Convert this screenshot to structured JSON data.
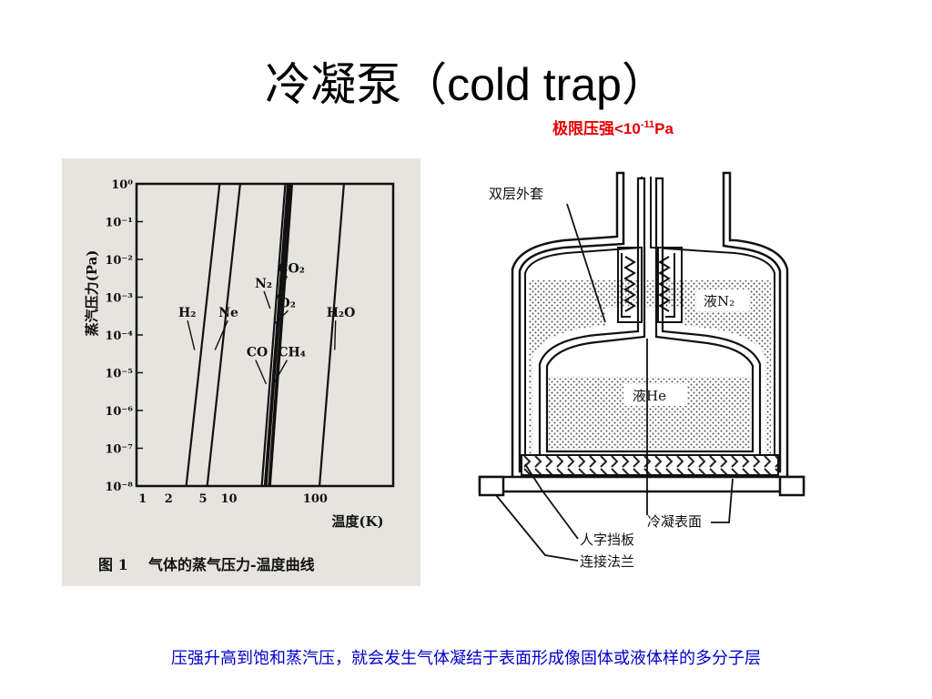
{
  "slide": {
    "title_cn": "冷凝泵（",
    "title_en": "cold trap",
    "title_end": "）",
    "subtitle_prefix": "极限压强<10",
    "subtitle_exp": "-11",
    "subtitle_unit": "Pa",
    "caption": "压强升高到饱和蒸汽压，就会发生气体凝结于表面形成像固体或液体样的多分子层"
  },
  "colors": {
    "subtitle": "#e60000",
    "caption": "#0000cc",
    "chart_bg": "#e6e4de",
    "hatch": "#444444"
  },
  "chart_data": {
    "type": "line",
    "ylabel": "蒸汽压力(Pa)",
    "xlabel": "温度(K)",
    "caption": "图 1    气体的蒸气压力-温度曲线",
    "x_scale": "log",
    "y_scale": "log",
    "xlim": [
      0.85,
      800
    ],
    "ylim": [
      1e-08,
      1
    ],
    "y_ticks": [
      {
        "v": 1,
        "label": "10⁰"
      },
      {
        "v": 0.1,
        "label": "10⁻¹"
      },
      {
        "v": 0.01,
        "label": "10⁻²"
      },
      {
        "v": 0.001,
        "label": "10⁻³"
      },
      {
        "v": 0.0001,
        "label": "10⁻⁴"
      },
      {
        "v": 1e-05,
        "label": "10⁻⁵"
      },
      {
        "v": 1e-06,
        "label": "10⁻⁶"
      },
      {
        "v": 1e-07,
        "label": "10⁻⁷"
      },
      {
        "v": 1e-08,
        "label": "10⁻⁸"
      }
    ],
    "x_ticks": [
      {
        "v": 1,
        "label": "1"
      },
      {
        "v": 2,
        "label": "2"
      },
      {
        "v": 5,
        "label": "5"
      },
      {
        "v": 10,
        "label": "10"
      },
      {
        "v": 100,
        "label": "100"
      }
    ],
    "series": [
      {
        "name": "H₂",
        "points": [
          [
            3.2,
            1e-08
          ],
          [
            7.8,
            1
          ]
        ],
        "label_at": [
          2.6,
          0.0003
        ],
        "leader_to": [
          4.0,
          4e-05
        ]
      },
      {
        "name": "Ne",
        "points": [
          [
            5.6,
            1e-08
          ],
          [
            13.5,
            1
          ]
        ],
        "label_at": [
          7.6,
          0.0003
        ],
        "leader_to": [
          6.9,
          4e-05
        ]
      },
      {
        "name": "N₂",
        "points": [
          [
            24,
            1e-08
          ],
          [
            45,
            1
          ]
        ],
        "label_at": [
          20,
          0.0018
        ],
        "leader_to": [
          30,
          0.0005
        ]
      },
      {
        "name": "CO",
        "points": [
          [
            26,
            1e-08
          ],
          [
            48,
            1
          ]
        ],
        "label_at": [
          16,
          2.7e-05
        ],
        "leader_to": [
          27,
          5e-06
        ]
      },
      {
        "name": "O₂",
        "points": [
          [
            27,
            1e-08
          ],
          [
            50,
            1
          ]
        ],
        "label_at": [
          38,
          0.00055
        ],
        "leader_to": [
          34,
          0.0002
        ]
      },
      {
        "name": "CO₂",
        "points": [
          [
            30,
            1e-08
          ],
          [
            54,
            1
          ]
        ],
        "label_at": [
          37,
          0.0045
        ],
        "leader_to": [
          35,
          0.0008
        ]
      },
      {
        "name": "CH₄",
        "points": [
          [
            29,
            1e-08
          ],
          [
            52,
            1
          ]
        ],
        "label_at": [
          37,
          2.7e-05
        ],
        "leader_to": [
          32,
          4.5e-06
        ]
      },
      {
        "name": "H₂O",
        "points": [
          [
            112,
            1e-08
          ],
          [
            215,
            1
          ]
        ],
        "label_at": [
          135,
          0.0003
        ],
        "leader_to": [
          168,
          4e-05
        ]
      }
    ]
  },
  "diagram": {
    "label_outer_jacket": "双层外套",
    "label_liquid_n2": "液N₂",
    "label_liquid_he": "液He",
    "label_condensing_surface": "冷凝表面",
    "label_baffle": "人字挡板",
    "label_flange": "连接法兰"
  }
}
